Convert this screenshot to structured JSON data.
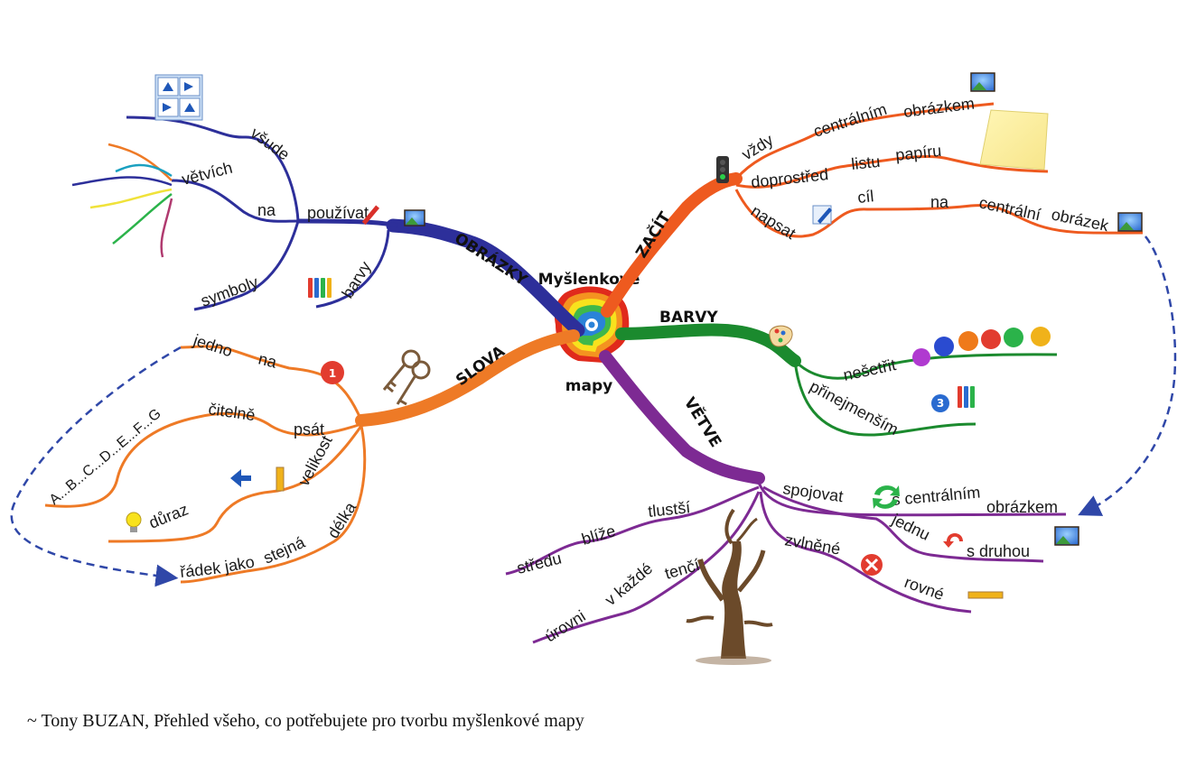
{
  "center": {
    "line1": "Myšlenkové",
    "line2": "mapy"
  },
  "branches": {
    "obrazky": {
      "label": "OBRÁZKY",
      "color": "#2d2f9a",
      "words": {
        "vsude": "všude",
        "vetvich": "větvích",
        "na": "na",
        "pouzivat": "používat",
        "symboly": "symboly",
        "barvy": "barvy"
      }
    },
    "zacit": {
      "label": "ZAČÍT",
      "color": "#ee5a1f",
      "words": {
        "vzdy": "vždy",
        "centralnim": "centrálním",
        "obrazkem": "obrázkem",
        "doprostred": "doprostřed",
        "listu": "listu",
        "papiru": "papíru",
        "napsat": "napsat",
        "cil": "cíl",
        "na": "na",
        "centralni": "centrální",
        "obrazek": "obrázek"
      }
    },
    "barvy": {
      "label": "BARVY",
      "color": "#1b8a2e",
      "words": {
        "nesetrit": "nešetřit",
        "prinejmensim": "přinejmenším"
      }
    },
    "slova": {
      "label": "SLOVA",
      "color": "#ee7a26",
      "words": {
        "jedno": "jedno",
        "na": "na",
        "citelne": "čitelně",
        "psat": "psát",
        "alphabet": "A...B...C...D...E...F...G",
        "velikost": "velikost",
        "duraz": "důraz",
        "delka": "délka",
        "radek": "řádek",
        "jako": "jako",
        "stejna": "stejná"
      },
      "badge": "1"
    },
    "vetve": {
      "label": "VĚTVE",
      "color": "#7d2a93",
      "words": {
        "spojovat": "spojovat",
        "s_centralnim": "s centrálním",
        "obrazkem": "obrázkem",
        "jednu": "jednu",
        "s_druhou": "s druhou",
        "tlustsi": "tlustší",
        "blize": "blíže",
        "stredu": "středu",
        "tenci": "tenčí",
        "v_kazde": "v každé",
        "urovni": "úrovni",
        "zvlnene": "zvlněné",
        "rovne": "rovné"
      }
    }
  },
  "barvy_badge": "3",
  "caption": "~ Tony BUZAN,  Přehled všeho, co potřebujete pro tvorbu myšlenkové mapy"
}
